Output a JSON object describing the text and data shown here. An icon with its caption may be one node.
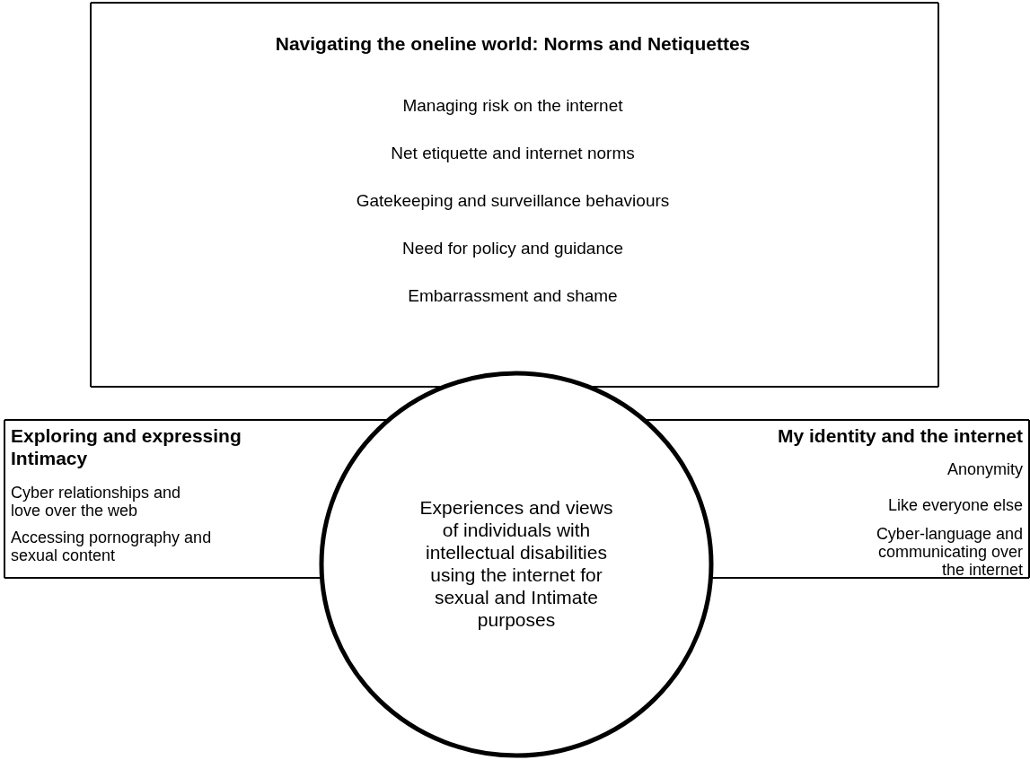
{
  "diagram": {
    "nodes": [
      {
        "text": [
          "Navigating the oneline world: Norms and Netiquettes",
          "Managing risk on the internet",
          "Net etiquette and internet norms",
          "Gatekeeping and surveillance behaviours",
          "Need for policy and guidance",
          "Embarrassment and shame"
        ]
      },
      {
        "text": [
          "Exploring and expressing Intimacy",
          "Cyber relationships and love over the web",
          "Accessing pornography and sexual content"
        ]
      },
      {
        "text": [
          "Experiences and views of individuals with intellectual disabilities using the internet for sexual and Intimate purposes"
        ]
      },
      {
        "text": [
          "My identity and the internet",
          "Anonymity",
          "Like everyone else",
          "Cyber-language and communicating over the internet"
        ]
      }
    ]
  }
}
